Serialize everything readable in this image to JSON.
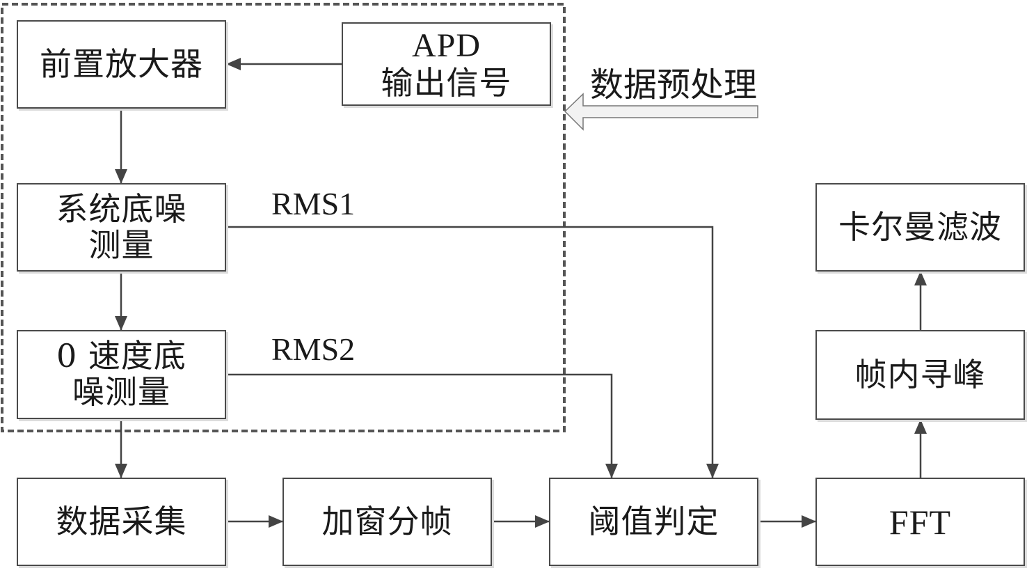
{
  "diagram": {
    "region_label": "数据预处理",
    "nodes": {
      "preamp": {
        "lines": [
          "前置放大器"
        ]
      },
      "apd": {
        "lines": [
          "APD",
          "输出信号"
        ]
      },
      "system_noise": {
        "lines": [
          "系统底噪",
          "测量"
        ]
      },
      "zero_speed_noise": {
        "lines": [
          "0 速度底",
          "噪测量"
        ]
      },
      "data_acq": {
        "lines": [
          "数据采集"
        ]
      },
      "window_frame": {
        "lines": [
          "加窗分帧"
        ]
      },
      "threshold": {
        "lines": [
          "阈值判定"
        ]
      },
      "fft": {
        "lines": [
          "FFT"
        ]
      },
      "peak_search": {
        "lines": [
          "帧内寻峰"
        ]
      },
      "kalman": {
        "lines": [
          "卡尔曼滤波"
        ]
      }
    },
    "edge_labels": {
      "rms1": "RMS1",
      "rms2": "RMS2"
    },
    "edges": [
      {
        "from": "apd",
        "to": "preamp"
      },
      {
        "from": "preamp",
        "to": "system_noise"
      },
      {
        "from": "system_noise",
        "to": "zero_speed_noise"
      },
      {
        "from": "zero_speed_noise",
        "to": "data_acq"
      },
      {
        "from": "data_acq",
        "to": "window_frame"
      },
      {
        "from": "window_frame",
        "to": "threshold"
      },
      {
        "from": "threshold",
        "to": "fft"
      },
      {
        "from": "fft",
        "to": "peak_search"
      },
      {
        "from": "peak_search",
        "to": "kalman"
      },
      {
        "from": "system_noise",
        "to": "threshold",
        "label": "RMS1"
      },
      {
        "from": "zero_speed_noise",
        "to": "threshold",
        "label": "RMS2"
      }
    ],
    "colors": {
      "line": "#444444",
      "box_border": "#4a4a4a",
      "text": "#1a1a1a",
      "shadow": "#dcdcdc",
      "hollow_arrow_fill": "#f2f2f2"
    }
  }
}
